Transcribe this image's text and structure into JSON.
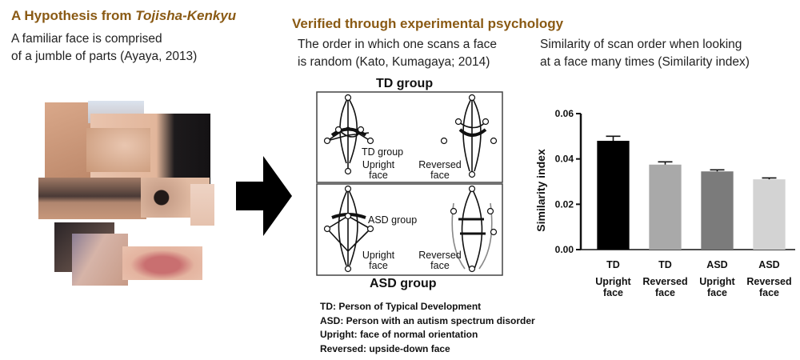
{
  "left": {
    "heading_prefix": "A Hypothesis from ",
    "heading_emph": "Tojisha-Kenkyu",
    "line1": "A familiar face is comprised",
    "line2": "of a jumble of parts (Ayaya, 2013)"
  },
  "middle": {
    "heading": "Verified through experimental psychology",
    "line1": "The order in which one scans a face",
    "line2": "is random (Kato, Kumagaya; 2014)",
    "td_title": "TD group",
    "asd_title": "ASD group",
    "td_panel_label": "TD group",
    "asd_panel_label": "ASD group",
    "upright_face": [
      "Upright",
      "face"
    ],
    "reversed_face": [
      "Reversed",
      "face"
    ],
    "definitions": [
      "TD: Person of Typical Development",
      "ASD: Person with an autism spectrum disorder",
      "Upright: face of normal orientation",
      "Reversed: upside-down face"
    ]
  },
  "right": {
    "line1": "Similarity of scan order when looking",
    "line2": "at a face many times (Similarity index)"
  },
  "chart_data": {
    "type": "bar",
    "categories": [
      [
        "TD",
        "Upright",
        "face"
      ],
      [
        "TD",
        "Reversed",
        "face"
      ],
      [
        "ASD",
        "Upright",
        "face"
      ],
      [
        "ASD",
        "Reversed",
        "face"
      ]
    ],
    "values": [
      0.048,
      0.0375,
      0.0345,
      0.031
    ],
    "errors": [
      0.002,
      0.0012,
      0.0007,
      0.0006
    ],
    "bar_colors": [
      "#000000",
      "#a9a9a9",
      "#7b7b7b",
      "#d3d3d3"
    ],
    "ylabel": "Similarity index",
    "ylim": [
      0,
      0.06
    ],
    "yticks": [
      "0.00",
      "0.02",
      "0.04",
      "0.06"
    ],
    "grid": false
  },
  "colors": {
    "heading": "#8a5a14",
    "arrow": "#000000"
  }
}
